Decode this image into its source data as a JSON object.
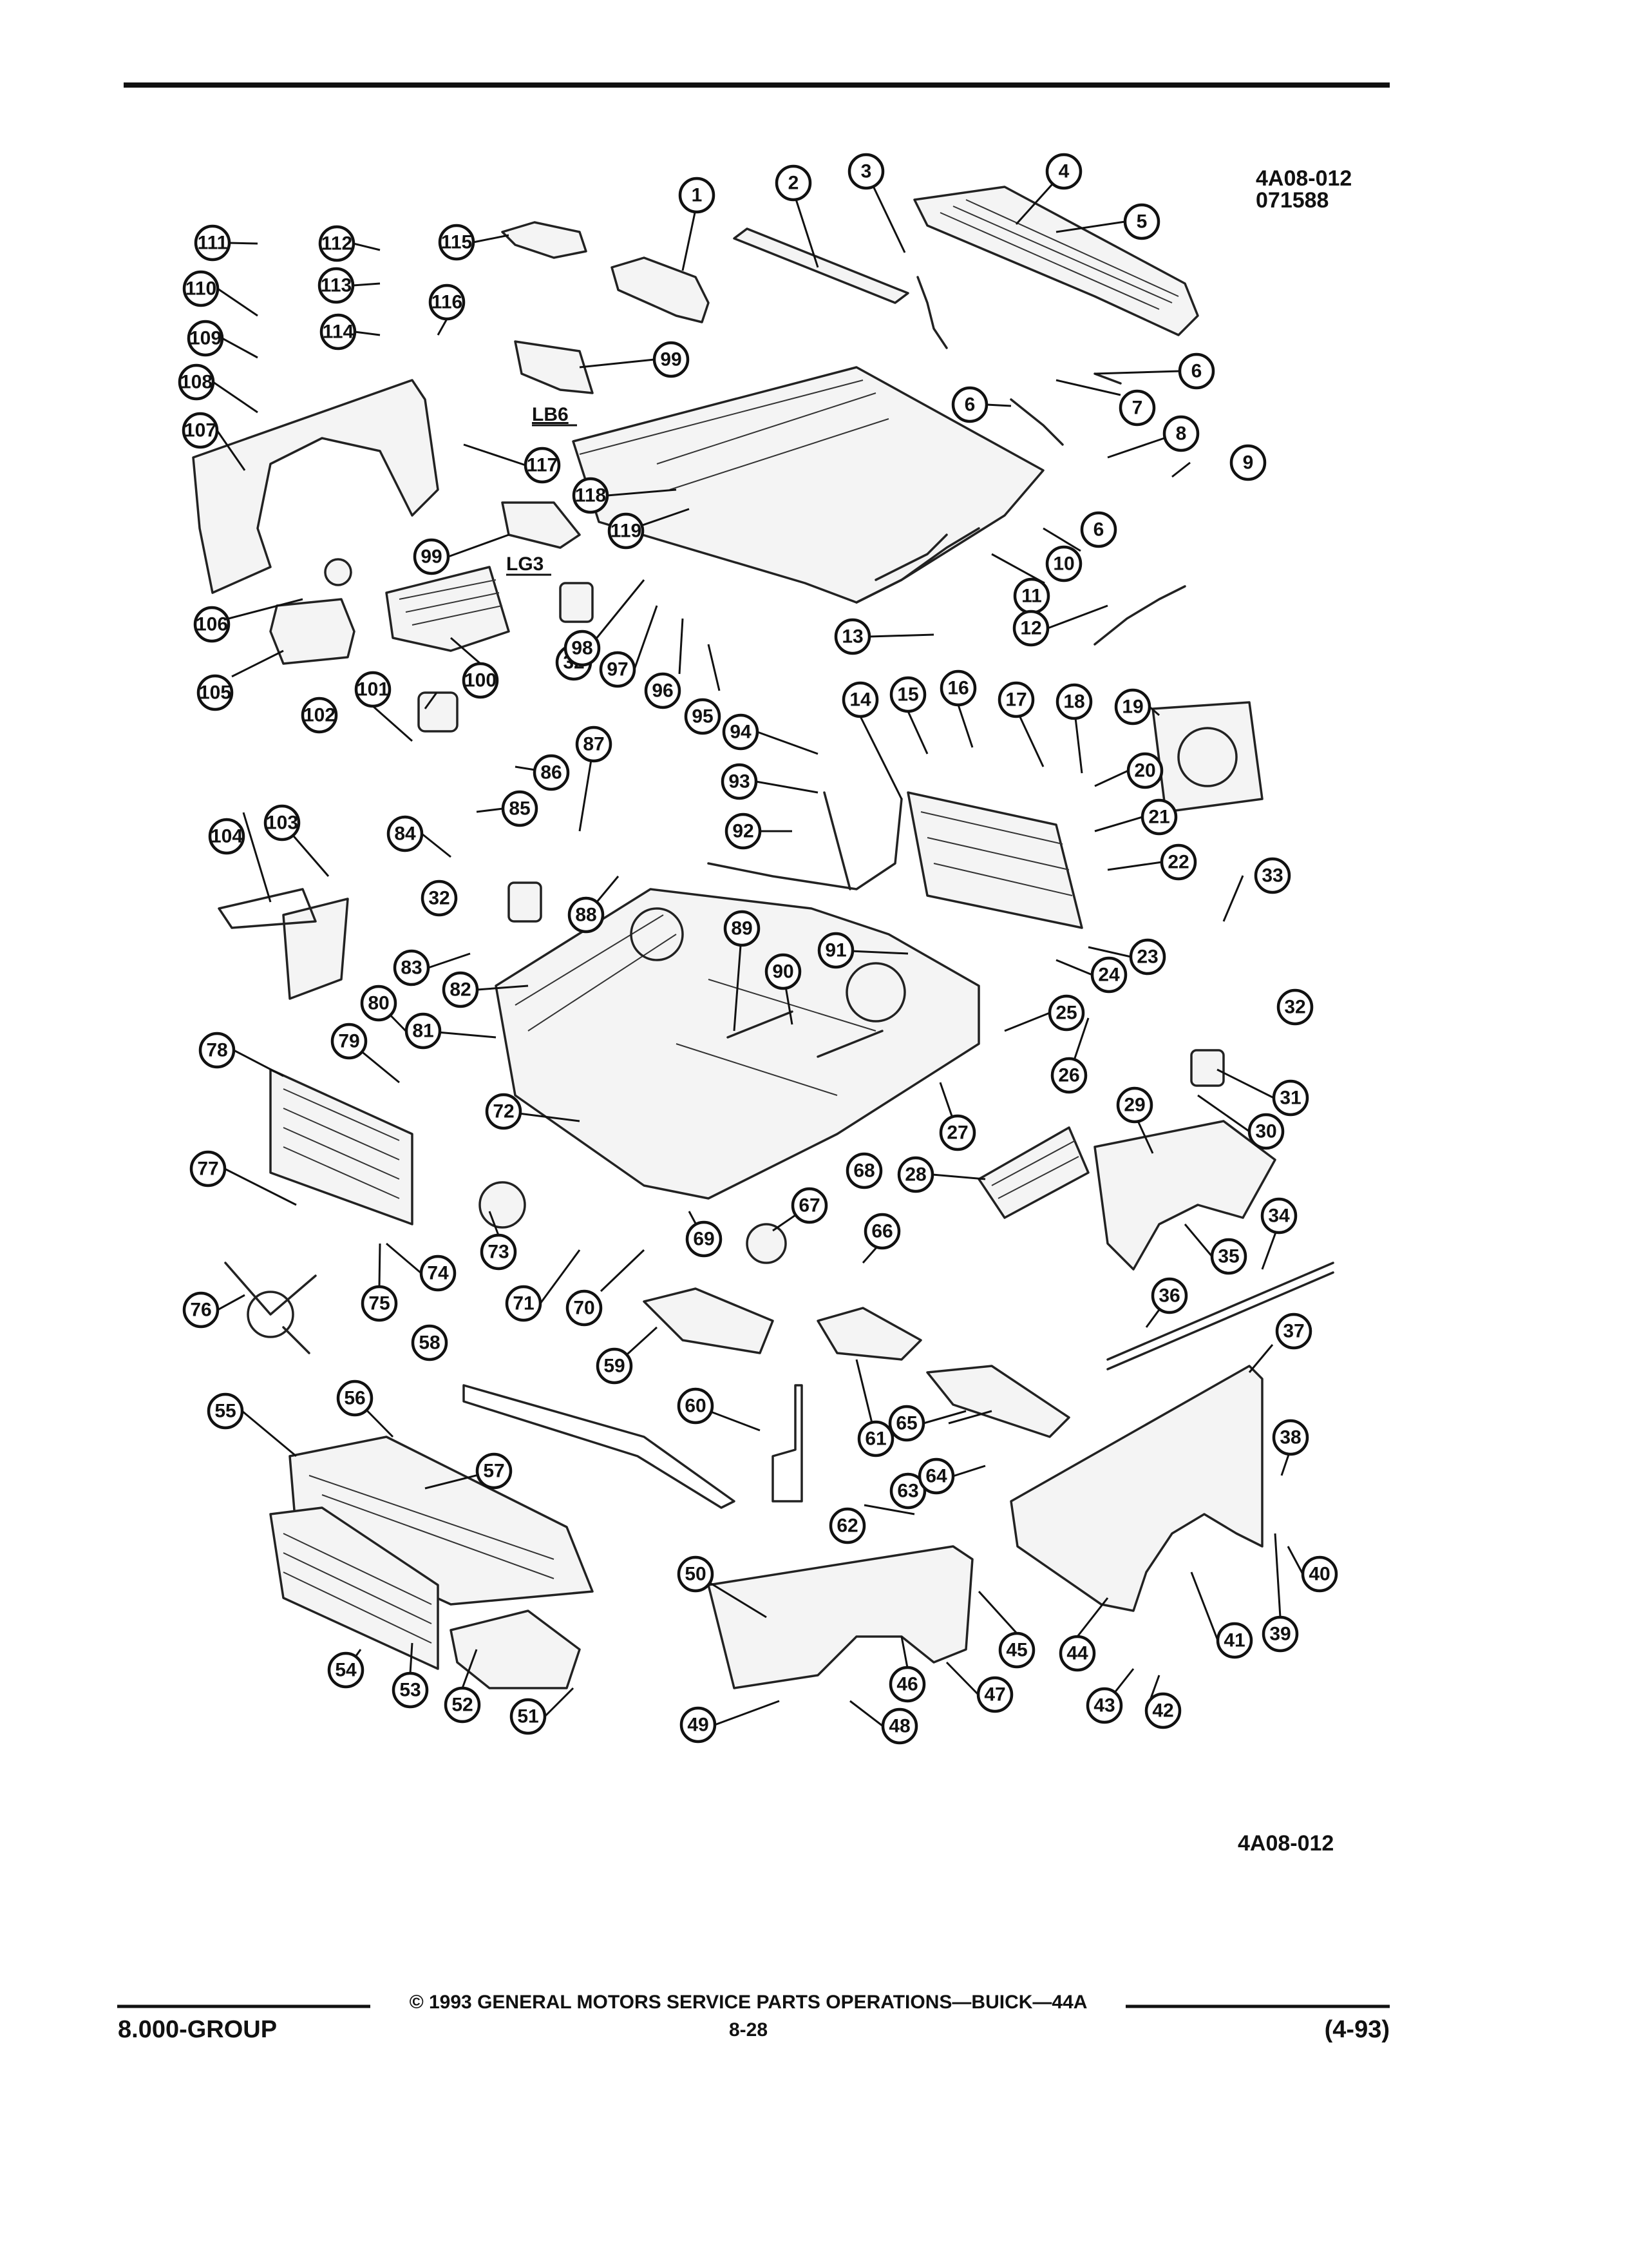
{
  "header": {
    "figure_code": "4A08-012",
    "figure_date": "071588"
  },
  "figure_code_bottom": "4A08-012",
  "engine_labels": {
    "lb6": "LB6",
    "lg3": "LG3"
  },
  "callouts": [
    "1",
    "2",
    "3",
    "4",
    "5",
    "6",
    "6",
    "6",
    "7",
    "8",
    "9",
    "10",
    "11",
    "12",
    "13",
    "14",
    "15",
    "16",
    "17",
    "18",
    "19",
    "20",
    "21",
    "22",
    "23",
    "24",
    "25",
    "26",
    "27",
    "28",
    "29",
    "30",
    "31",
    "32",
    "32",
    "32",
    "33",
    "34",
    "35",
    "36",
    "37",
    "38",
    "39",
    "40",
    "41",
    "42",
    "43",
    "44",
    "45",
    "46",
    "47",
    "48",
    "49",
    "50",
    "51",
    "52",
    "53",
    "54",
    "55",
    "56",
    "57",
    "58",
    "59",
    "60",
    "61",
    "62",
    "63",
    "64",
    "65",
    "66",
    "67",
    "68",
    "69",
    "70",
    "71",
    "72",
    "73",
    "74",
    "75",
    "76",
    "77",
    "78",
    "79",
    "80",
    "81",
    "82",
    "83",
    "84",
    "85",
    "86",
    "87",
    "88",
    "89",
    "90",
    "91",
    "92",
    "93",
    "94",
    "95",
    "96",
    "97",
    "98",
    "99",
    "99",
    "100",
    "101",
    "102",
    "103",
    "104",
    "105",
    "106",
    "107",
    "108",
    "109",
    "110",
    "111",
    "112",
    "113",
    "114",
    "115",
    "116",
    "117",
    "118",
    "119"
  ],
  "footer": {
    "copyright": "© 1993 GENERAL MOTORS SERVICE PARTS OPERATIONS—BUICK—44A",
    "group": "8.000-GROUP",
    "page": "8-28",
    "revision": "(4-93)"
  }
}
